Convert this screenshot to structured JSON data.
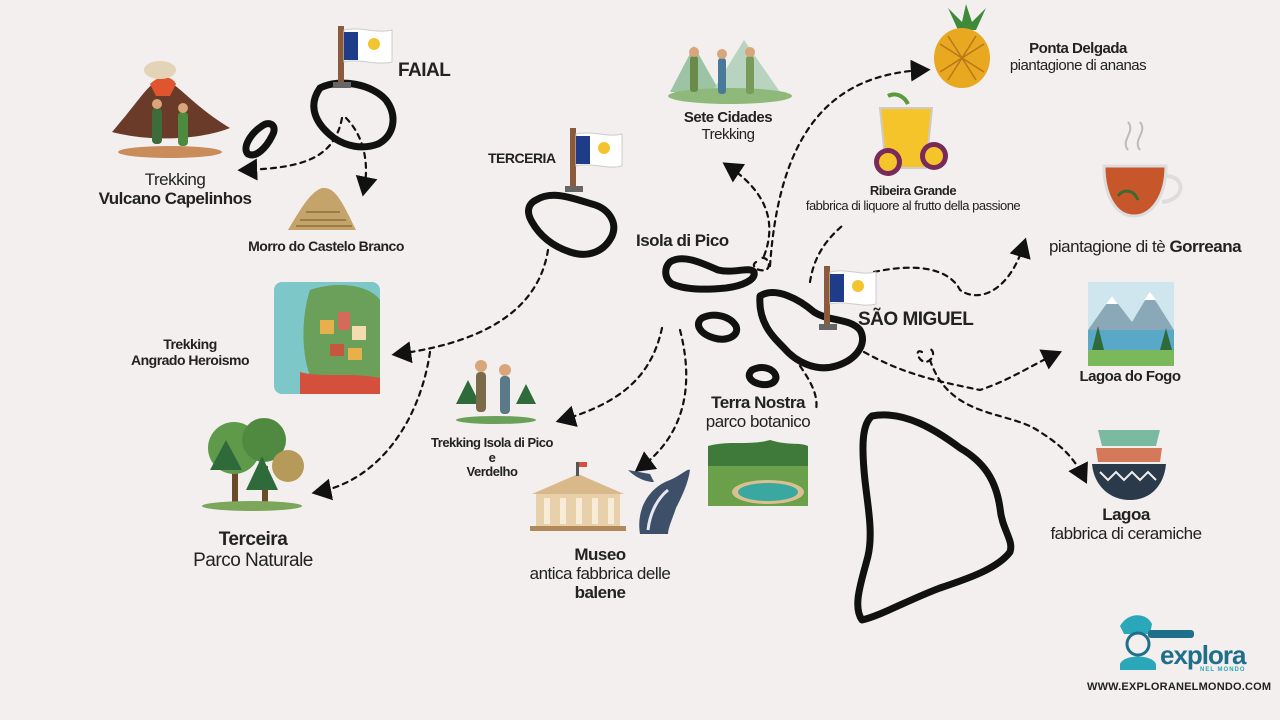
{
  "islands": {
    "faial": "FAIAL",
    "terceria": "TERCERIA",
    "isola_di_pico": "Isola di Pico",
    "sao_miguel": "SÃO MIGUEL"
  },
  "spots": {
    "capelinhos": {
      "line1": "Trekking",
      "line2": "Vulcano Capelinhos"
    },
    "morro": {
      "line1": "Morro do Castelo Branco"
    },
    "angra": {
      "line1": "Trekking",
      "line2": "Angrado Heroismo"
    },
    "terceira_parco": {
      "line1": "Terceira",
      "line2": "Parco Naturale"
    },
    "pico_trekking": {
      "line1": "Trekking Isola di Pico",
      "line2": "e",
      "line3": "Verdelho"
    },
    "museo": {
      "line1": "Museo",
      "line2": "antica fabbrica delle",
      "line3": "balene"
    },
    "sete_cidades": {
      "line1": "Sete Cidades",
      "line2": "Trekking"
    },
    "ponta_delgada": {
      "line1": "Ponta Delgada",
      "line2": "piantagione di ananas"
    },
    "ribeira_grande": {
      "line1": "Ribeira Grande",
      "line2": "fabbrica di liquore al frutto della passione"
    },
    "gorreana": {
      "line1": "piantagione di tè ",
      "line2": "Gorreana"
    },
    "lagoa_fogo": {
      "line1": "Lagoa do Fogo"
    },
    "terra_nostra": {
      "line1": "Terra Nostra",
      "line2": "parco botanico"
    },
    "lagoa": {
      "line1": "Lagoa",
      "line2": "fabbrica di ceramiche"
    }
  },
  "brand": {
    "logo_main": "explora",
    "logo_sub": "NEL MONDO",
    "website": "WWW.EXPLORANELMONDO.COM"
  },
  "colors": {
    "background": "#f2efee",
    "outline": "#111111",
    "flag_blue": "#1f3c88",
    "flag_gold": "#f4c430",
    "brand_teal": "#1f6f8b"
  },
  "icons": [
    "flag-icon",
    "volcano-hikers-icon",
    "hill-icon",
    "coastal-town-icon",
    "forest-icon",
    "hikers-icon",
    "museum-icon",
    "whale-icon",
    "pineapple-icon",
    "passion-fruit-drink-icon",
    "tea-cup-icon",
    "lake-mountain-icon",
    "lagoon-icon",
    "ceramic-bowls-icon",
    "explorer-logo-icon"
  ]
}
